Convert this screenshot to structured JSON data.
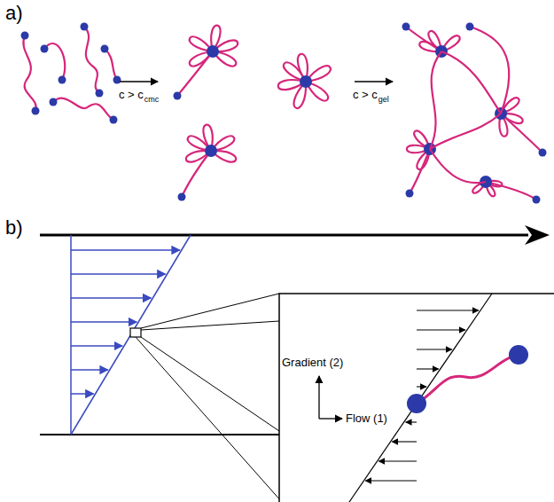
{
  "diagram": {
    "labels": [
      "a)",
      "c > c",
      "cmc",
      "c > c",
      "gel",
      "b)",
      "Gradient (2)",
      "Flow (1)"
    ]
  }
}
